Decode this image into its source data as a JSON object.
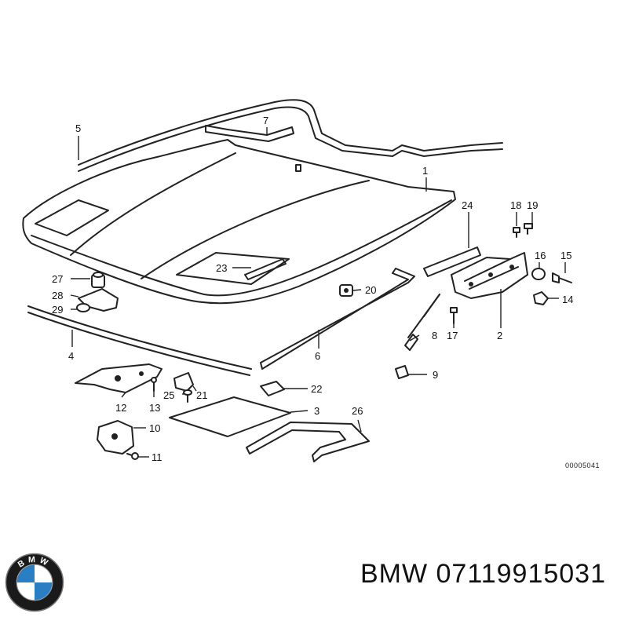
{
  "diagram": {
    "callouts": [
      "1",
      "2",
      "3",
      "4",
      "5",
      "6",
      "7",
      "8",
      "9",
      "10",
      "11",
      "12",
      "13",
      "14",
      "15",
      "16",
      "17",
      "18",
      "19",
      "20",
      "21",
      "22",
      "23",
      "24",
      "25",
      "26",
      "27",
      "28",
      "29"
    ],
    "reference_number": "00005041"
  },
  "caption": {
    "text": "BMW 07119915031"
  },
  "logo": {
    "letters": "BMW",
    "colors": {
      "ring": "#1a1a1a",
      "blue": "#2a7fc4",
      "white": "#ffffff"
    }
  }
}
